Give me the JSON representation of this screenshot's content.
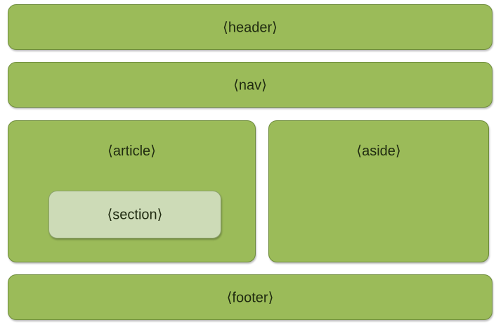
{
  "diagram": {
    "header": {
      "label": "⟨header⟩"
    },
    "nav": {
      "label": "⟨nav⟩"
    },
    "article": {
      "label": "⟨article⟩",
      "section": {
        "label": "⟨section⟩"
      }
    },
    "aside": {
      "label": "⟨aside⟩"
    },
    "footer": {
      "label": "⟨footer⟩"
    },
    "colors": {
      "block_fill": "#9bbb59",
      "block_border": "#6e8c3c",
      "inner_fill": "#cddbb7",
      "text": "#1f2a10"
    }
  }
}
